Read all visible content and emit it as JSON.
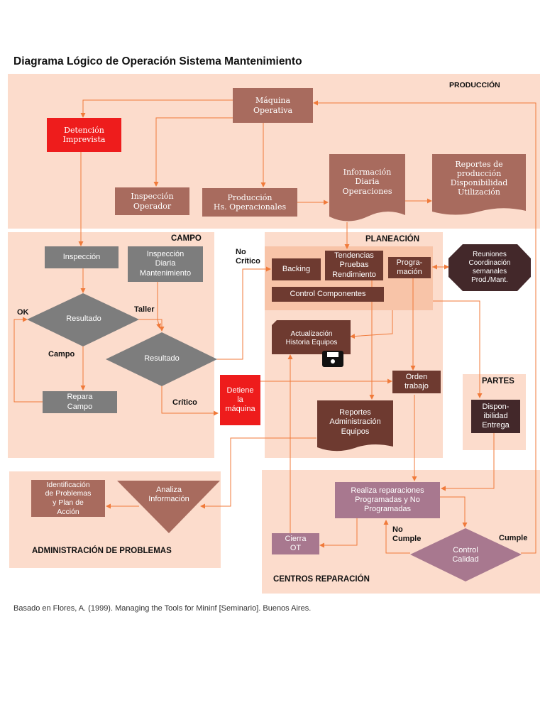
{
  "title": "Diagrama Lógico de Operación Sistema Mantenimiento",
  "caption": "Basado en Flores, A. (1999). Managing the Tools for Mininf [Seminario]. Buenos Aires.",
  "regions": {
    "produccion": "PRODUCCIÓN",
    "campo": "CAMPO",
    "planeacion": "PLANEACIÓN",
    "partes": "PARTES",
    "administracion": "ADMINISTRACIÓN DE PROBLEMAS",
    "centros": "CENTROS REPARACIÓN"
  },
  "nodes": {
    "maquina_operativa": "Máquina\nOperativa",
    "detencion_imprevista": "Detención\nImprevista",
    "inspeccion_operador": "Inspección\nOperador",
    "produccion_hs": "Producción\nHs. Operacionales",
    "informacion_diaria": "Información\nDiaria\nOperaciones",
    "reportes_produccion": "Reportes de\nproducción\nDisponibilidad\nUtilización",
    "inspeccion": "Inspección",
    "inspeccion_diaria": "Inspección\nDiaria\nMantenimiento",
    "resultado_1": "Resultado",
    "resultado_2": "Resultado",
    "repara_campo": "Repara\nCampo",
    "detiene_maquina": "Detiene\nla\nmáquina",
    "backing": "Backing",
    "tendencias": "Tendencias\nPruebas\nRendimiento",
    "programacion": "Progra-\nmación",
    "control_componentes": "Control Componentes",
    "reuniones": "Reuniones\nCoordinación\nsemanales\nProd./Mant.",
    "actualizacion": "Actualización\nHistoria Equipos",
    "orden_trabajo": "Orden\ntrabajo",
    "reportes_admin": "Reportes\nAdministración\nEquipos",
    "disponibilidad": "Dispon-\nibilidad\nEntrega",
    "identificacion": "Identificación\nde Problemas\ny Plan de\nAcción",
    "analiza": "Analiza\nInformación",
    "realiza": "Realiza reparaciones\nProgramadas y No\nProgramadas",
    "cierra_ot": "Cierra\nOT",
    "control_calidad": "Control\nCalidad"
  },
  "edge_labels": {
    "ok": "OK",
    "taller": "Taller",
    "campo": "Campo",
    "critico": "Crítico",
    "no_critico": "No\nCrítico",
    "no_cumple": "No\nCumple",
    "cumple": "Cumple"
  },
  "colors": {
    "region": "#fcdccc",
    "brown": "#a86b5e",
    "dark_brown": "#6e3a30",
    "grey": "#7d7d7d",
    "red": "#ee1c1c",
    "mauve": "#a8788f",
    "arrow": "#f07a3a"
  },
  "icons": [
    "floppy-disk-icon"
  ]
}
